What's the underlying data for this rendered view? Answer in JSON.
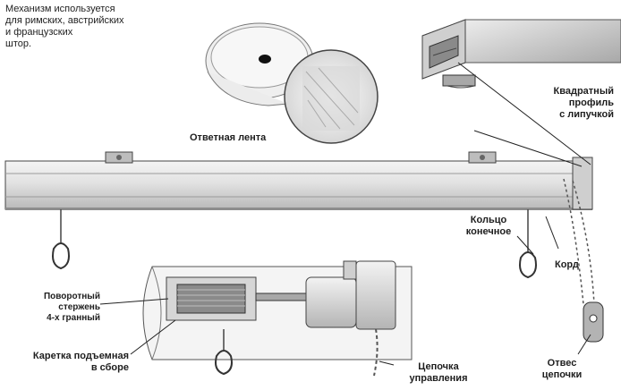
{
  "intro": [
    "Механизм используется",
    "для римских, австрийских",
    "и французских",
    "штор."
  ],
  "labels": {
    "tape": "Ответная лента",
    "profile": [
      "Квадратный",
      "профиль",
      "с липучкой"
    ],
    "end_ring": [
      "Кольцо",
      "конечное"
    ],
    "cord": "Корд",
    "rotary_rod": [
      "Поворотный",
      "стержень",
      "4-х гранный"
    ],
    "carriage": [
      "Каретка подъемная",
      "в сборе"
    ],
    "control_chain": [
      "Цепочка",
      "управления"
    ],
    "chain_weight": [
      "Отвес",
      "цепочки"
    ]
  },
  "colors": {
    "line": "#222222",
    "metal": "#e6e6e6",
    "shadow": "#a8a8a8"
  }
}
